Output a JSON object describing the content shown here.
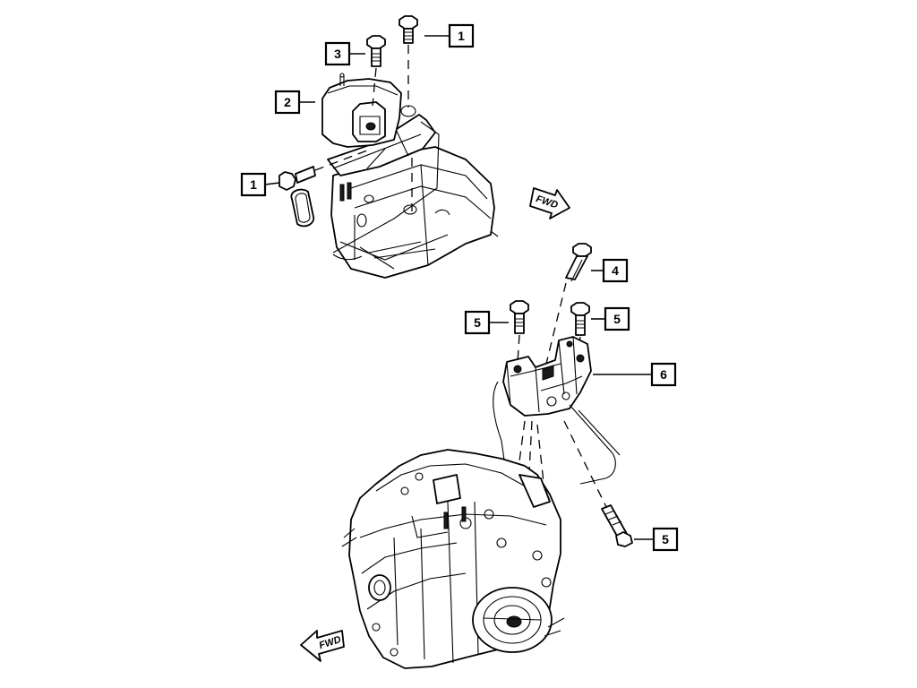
{
  "callouts": {
    "c1a": "1",
    "c1b": "1",
    "c2": "2",
    "c3": "3",
    "c4": "4",
    "c5a": "5",
    "c5b": "5",
    "c5c": "5",
    "c6": "6"
  },
  "arrows": {
    "fwd_right": "FWD",
    "fwd_left": "FWD"
  },
  "icons": {
    "fwd_right": "fwd-arrow-icon",
    "fwd_left": "fwd-arrow-icon"
  }
}
